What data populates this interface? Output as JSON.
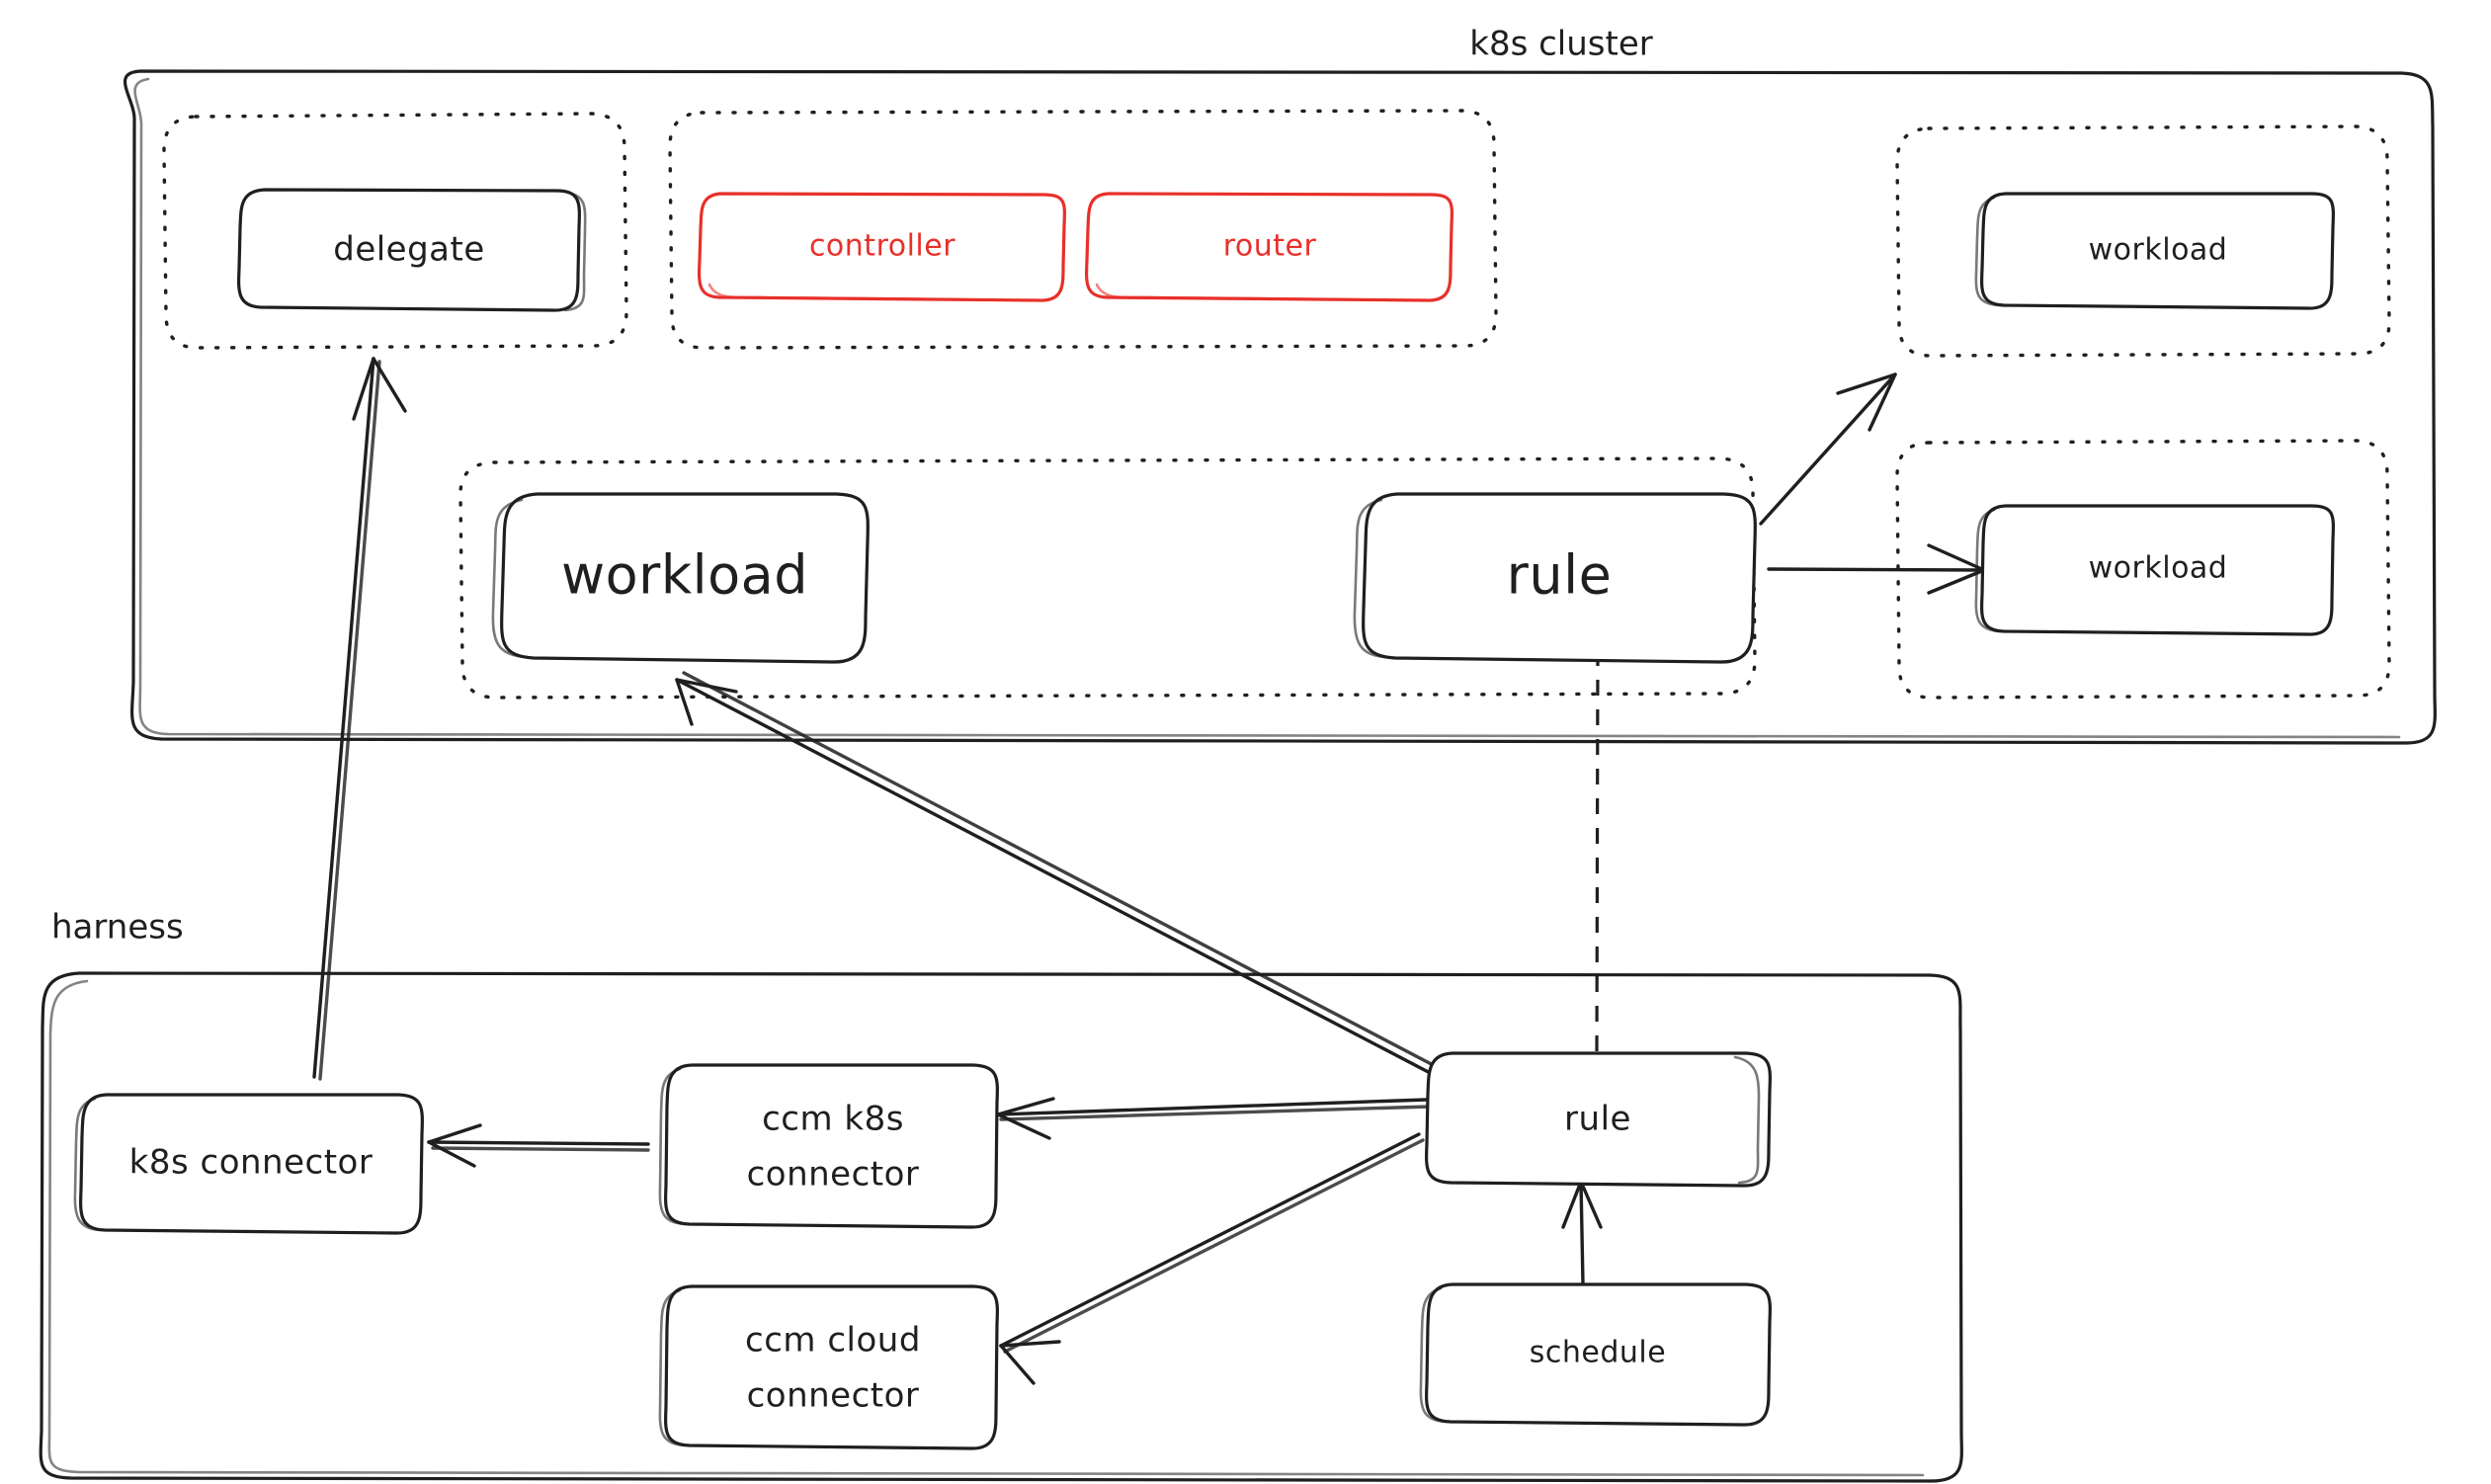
{
  "diagram": {
    "title_visible": false,
    "style": "hand-drawn whiteboard architecture diagram",
    "colors": {
      "stroke": "#1f1f1f",
      "accent_red": "#e8302a",
      "background": "#ffffff"
    }
  },
  "clusters": [
    {
      "id": "k8s-cluster",
      "caption": "k8s cluster",
      "caption_position": "top-center"
    },
    {
      "id": "harness",
      "caption": "harness",
      "caption_position": "top-left"
    }
  ],
  "namespaces": [
    {
      "id": "ns-delegate",
      "nodes": [
        "delegate"
      ]
    },
    {
      "id": "ns-ccm",
      "nodes": [
        "controller",
        "router"
      ]
    },
    {
      "id": "ns-workload-a",
      "nodes": [
        "workload-top-right"
      ]
    },
    {
      "id": "ns-workload-b",
      "nodes": [
        "workload-mid-right"
      ]
    },
    {
      "id": "ns-app",
      "nodes": [
        "workload-center",
        "rule-cluster"
      ]
    }
  ],
  "nodes": {
    "delegate": {
      "label": "delegate",
      "color": "black",
      "size": "md"
    },
    "controller": {
      "label": "controller",
      "color": "red",
      "size": "sm"
    },
    "router": {
      "label": "router",
      "color": "red",
      "size": "sm"
    },
    "workload_top_right": {
      "label": "workload",
      "color": "black",
      "size": "sm"
    },
    "workload_mid_right": {
      "label": "workload",
      "color": "black",
      "size": "sm"
    },
    "workload_center": {
      "label": "workload",
      "color": "black",
      "size": "lg"
    },
    "rule_cluster": {
      "label": "rule",
      "color": "black",
      "size": "lg"
    },
    "k8s_connector": {
      "label": "k8s connector",
      "color": "black",
      "size": "md"
    },
    "ccm_k8s_connector": {
      "label_line1": "ccm k8s",
      "label_line2": "connector",
      "color": "black",
      "size": "md"
    },
    "ccm_cloud_connector": {
      "label_line1": "ccm cloud",
      "label_line2": "connector",
      "color": "black",
      "size": "md"
    },
    "rule_harness": {
      "label": "rule",
      "color": "black",
      "size": "md"
    },
    "schedule": {
      "label": "schedule",
      "color": "black",
      "size": "sm"
    }
  },
  "edges": [
    {
      "id": "e1",
      "from": "rule_cluster",
      "to": "workload_top_right",
      "style": "solid",
      "arrow": "end"
    },
    {
      "id": "e2",
      "from": "rule_cluster",
      "to": "workload_mid_right",
      "style": "solid",
      "arrow": "end"
    },
    {
      "id": "e3",
      "from": "rule_cluster",
      "to": "rule_harness",
      "style": "dashed",
      "arrow": "none"
    },
    {
      "id": "e4",
      "from": "rule_harness",
      "to": "workload_center",
      "style": "solid",
      "arrow": "end"
    },
    {
      "id": "e5",
      "from": "rule_harness",
      "to": "ccm_k8s_connector",
      "style": "solid",
      "arrow": "end"
    },
    {
      "id": "e6",
      "from": "rule_harness",
      "to": "ccm_cloud_connector",
      "style": "solid",
      "arrow": "end"
    },
    {
      "id": "e7",
      "from": "ccm_k8s_connector",
      "to": "k8s_connector",
      "style": "solid",
      "arrow": "end"
    },
    {
      "id": "e8",
      "from": "k8s_connector",
      "to": "delegate",
      "style": "solid",
      "arrow": "end"
    },
    {
      "id": "e9",
      "from": "schedule",
      "to": "rule_harness",
      "style": "solid",
      "arrow": "end"
    }
  ]
}
